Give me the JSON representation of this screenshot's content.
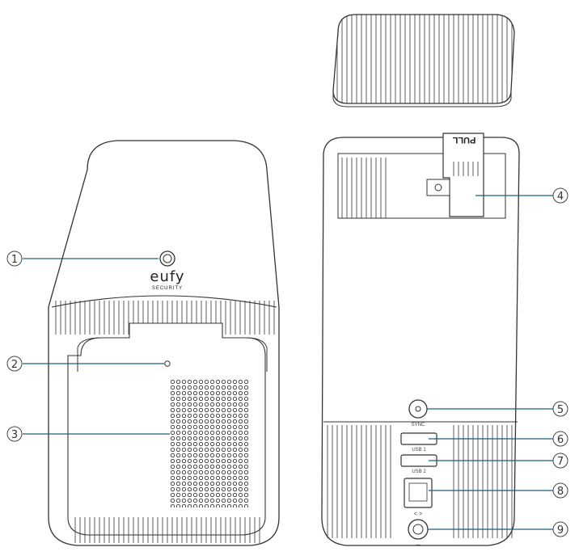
{
  "brand": {
    "logo_word": "eufy",
    "logo_sub": "SECURITY"
  },
  "labels": {
    "sync": "SYNC",
    "usb1": "USB 1",
    "usb2": "USB 2",
    "pull": "PULL",
    "ethernet": "<·>",
    "power": "⎓"
  },
  "callouts": [
    "1",
    "2",
    "3",
    "4",
    "5",
    "6",
    "7",
    "8",
    "9"
  ],
  "colors": {
    "line": "#333333",
    "leader": "#1f5f7a"
  }
}
